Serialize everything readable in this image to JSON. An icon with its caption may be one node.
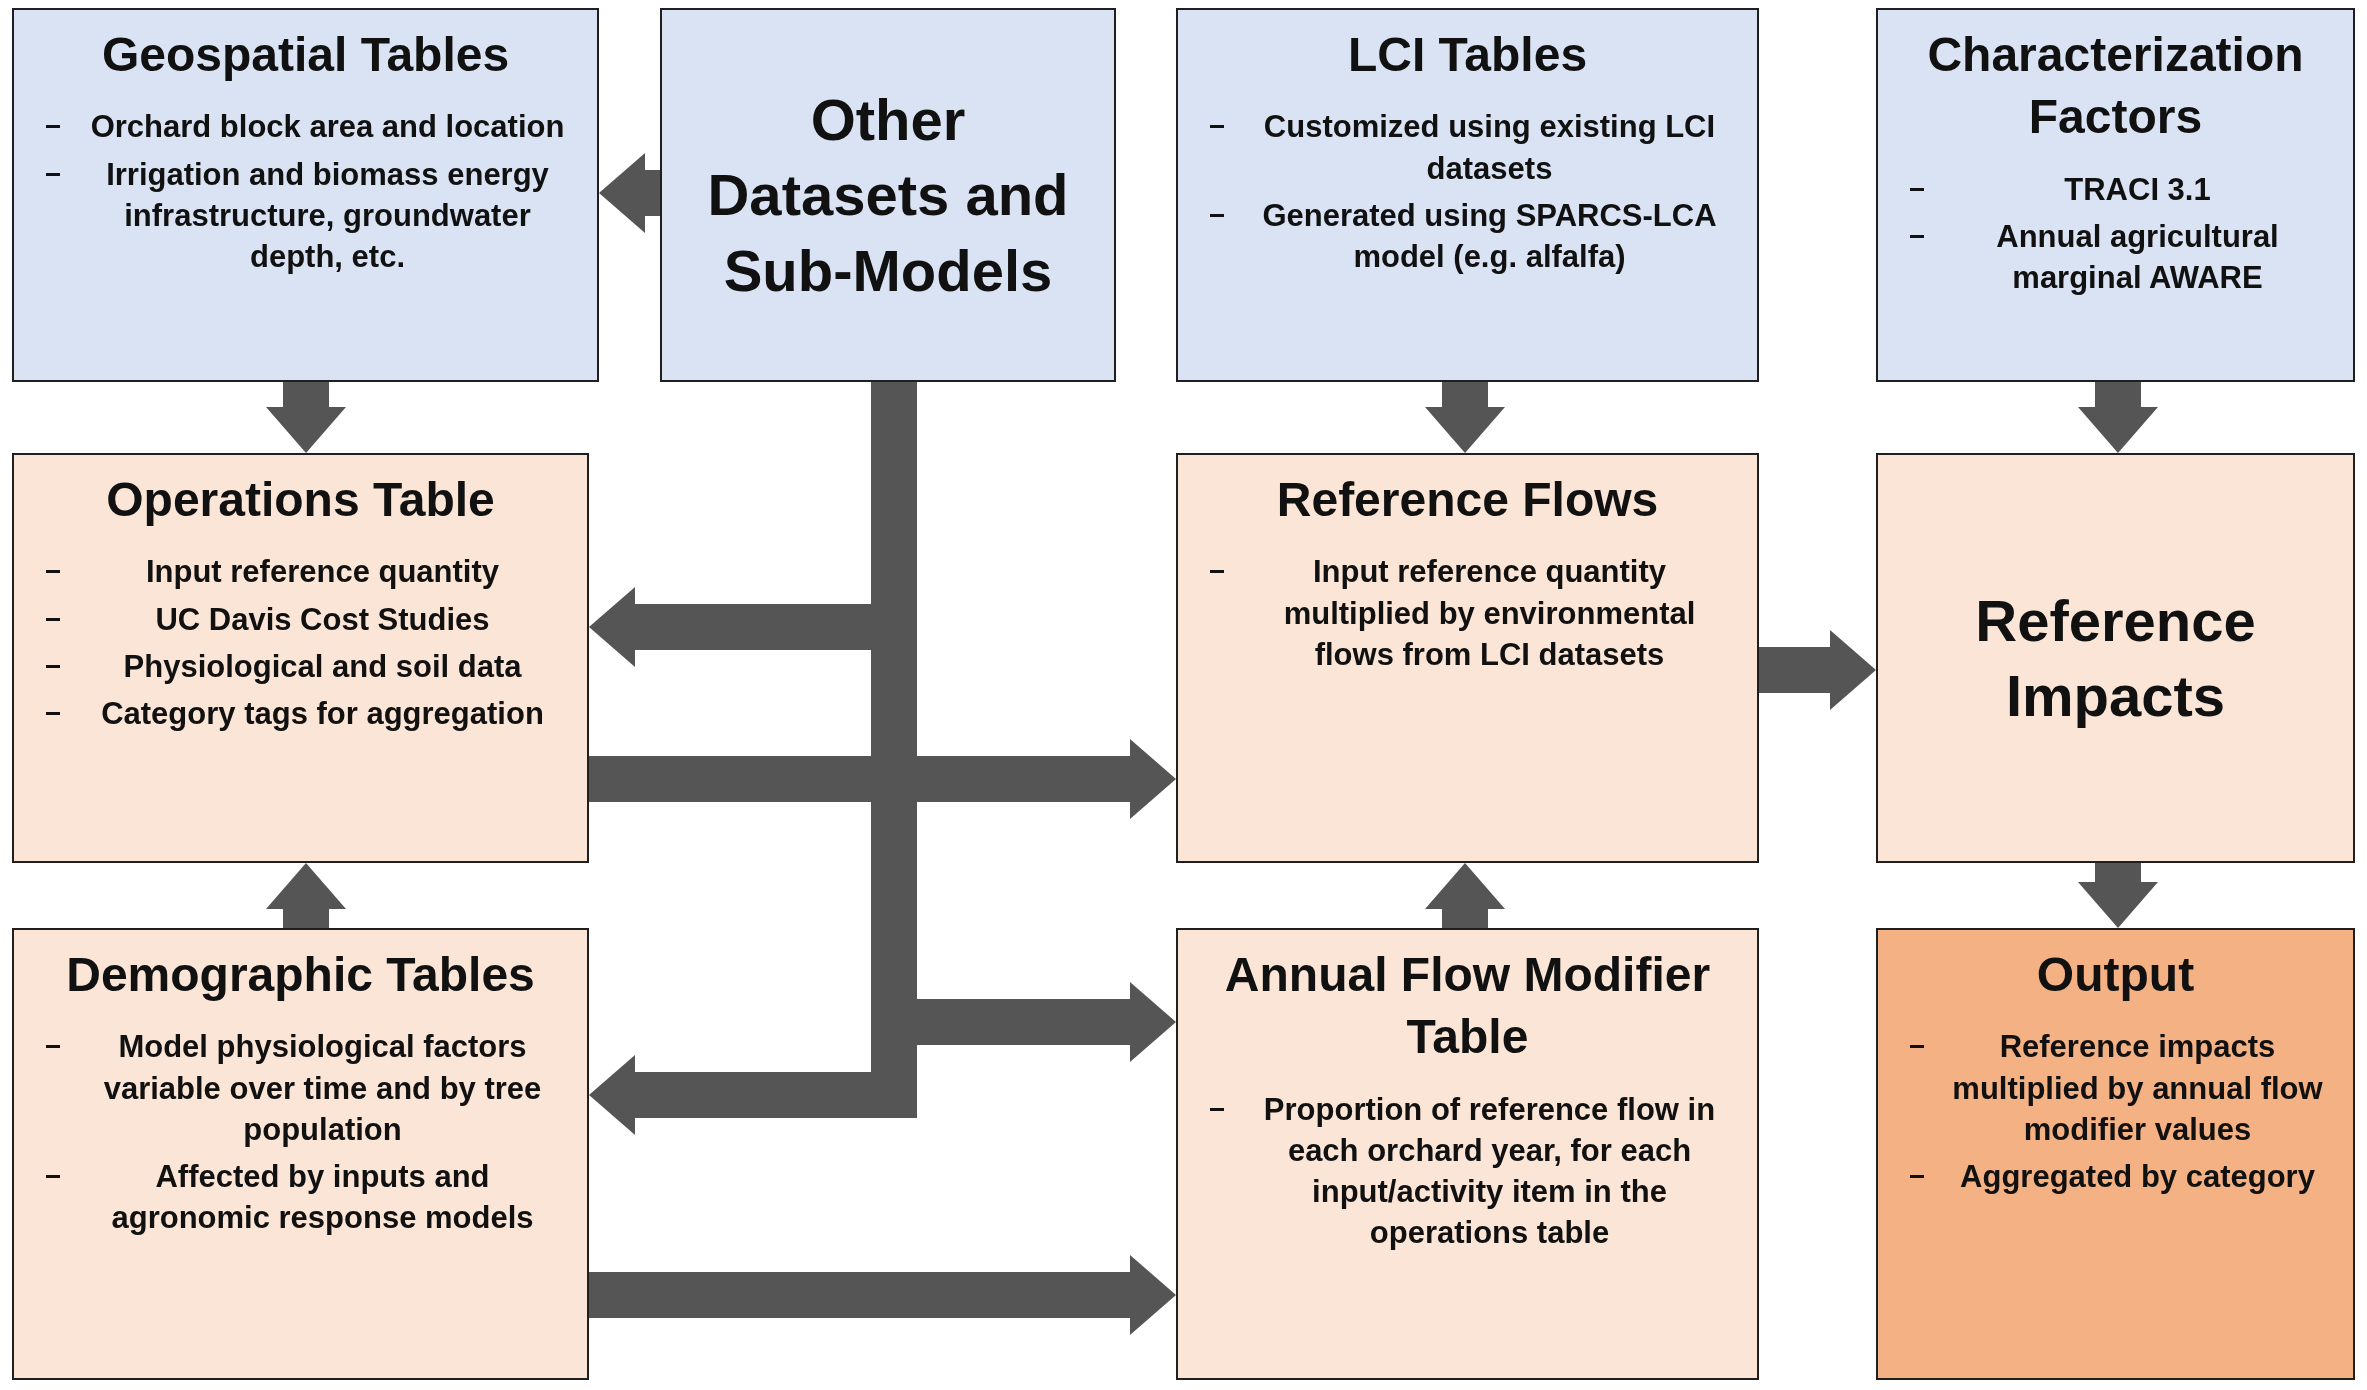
{
  "diagram": {
    "nodes": [
      {
        "text": [
          "Geospatial Tables",
          "Orchard block area and location",
          "Irrigation and biomass energy infrastructure, groundwater depth, etc."
        ]
      },
      {
        "text": [
          "Other Datasets and Sub-Models"
        ]
      },
      {
        "text": [
          "LCI Tables",
          "Customized using existing LCI datasets",
          "Generated using SPARCS-LCA model (e.g. alfalfa)"
        ]
      },
      {
        "text": [
          "Characterization Factors",
          "TRACI 3.1",
          "Annual agricultural marginal AWARE"
        ]
      },
      {
        "text": [
          "Operations Table",
          "Input reference quantity",
          "UC Davis Cost Studies",
          "Physiological and soil data",
          "Category tags for aggregation"
        ]
      },
      {
        "text": [
          "Reference Flows",
          "Input reference quantity multiplied by environmental flows from LCI datasets"
        ]
      },
      {
        "text": [
          "Reference Impacts"
        ]
      },
      {
        "text": [
          "Demographic Tables",
          "Model physiological factors variable over time and by tree population",
          "Affected by inputs and agronomic response models"
        ]
      },
      {
        "text": [
          "Annual Flow Modifier Table",
          "Proportion of reference flow in each orchard year, for each input/activity item in the operations table"
        ]
      },
      {
        "text": [
          "Output",
          "Reference impacts multiplied by annual flow modifier values",
          "Aggregated by category"
        ]
      }
    ],
    "edges": [
      {
        "from": 1,
        "to": 0,
        "arrow": "to"
      },
      {
        "from": 0,
        "to": 4,
        "arrow": "to"
      },
      {
        "from": 1,
        "to": 4,
        "arrow": "to"
      },
      {
        "from": 1,
        "to": 8,
        "arrow": "to"
      },
      {
        "from": 1,
        "to": 7,
        "arrow": "to"
      },
      {
        "from": 4,
        "to": 5,
        "arrow": "to"
      },
      {
        "from": 7,
        "to": 4,
        "arrow": "to"
      },
      {
        "from": 2,
        "to": 5,
        "arrow": "to"
      },
      {
        "from": 8,
        "to": 5,
        "arrow": "to"
      },
      {
        "from": 7,
        "to": 8,
        "arrow": "to"
      },
      {
        "from": 3,
        "to": 6,
        "arrow": "to"
      },
      {
        "from": 5,
        "to": 6,
        "arrow": "to"
      },
      {
        "from": 6,
        "to": 9,
        "arrow": "to"
      }
    ]
  }
}
